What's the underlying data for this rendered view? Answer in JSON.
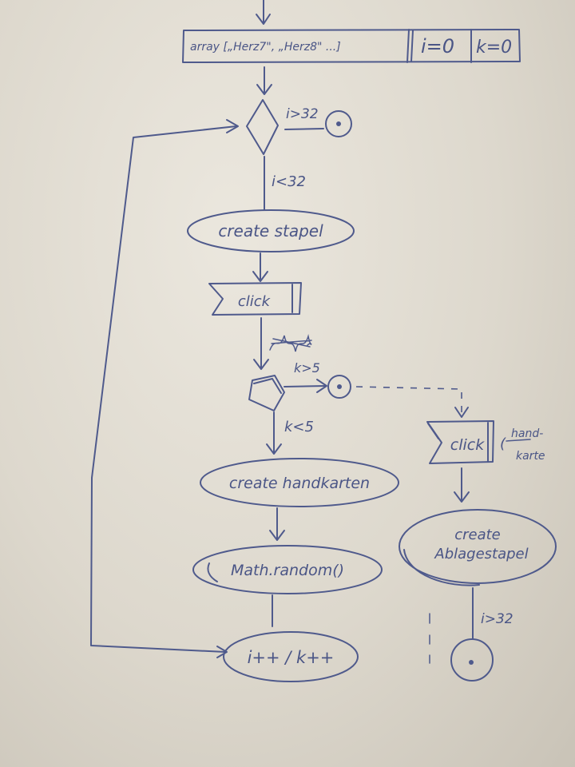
{
  "init_box": {
    "array_label": "array [„Herz7\", „Herz8\" ...]",
    "i_init": "i=0",
    "k_init": "k=0"
  },
  "loop": {
    "decision_exit": "i>32",
    "decision_continue": "i<32",
    "create_stapel": "create stapel",
    "click_event": "click",
    "inner_decision_exit": "k>5",
    "inner_decision_continue": "k<5",
    "create_handkarten": "create handkarten",
    "math_random": "Math.random()",
    "increment": "i++ / k++"
  },
  "right_branch": {
    "click_event": "click",
    "click_note_line1": "hand-",
    "click_note_line2": "karte",
    "create_ablage_line1": "create",
    "create_ablage_line2": "Ablagestapel",
    "final_condition": "i>32"
  },
  "colors": {
    "ink": "#4f5a8c",
    "paper": "#e4e0d6"
  }
}
